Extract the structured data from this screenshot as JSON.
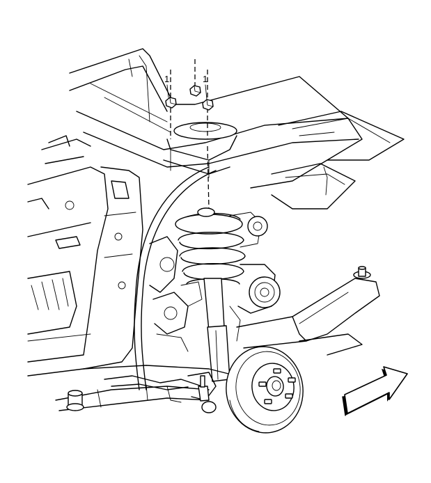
{
  "diagram": {
    "callouts": [
      {
        "id": "nut-left",
        "label": "1"
      },
      {
        "id": "nut-right",
        "label": "1"
      }
    ],
    "colors": {
      "ink": "#000000",
      "background": "#ffffff"
    }
  }
}
